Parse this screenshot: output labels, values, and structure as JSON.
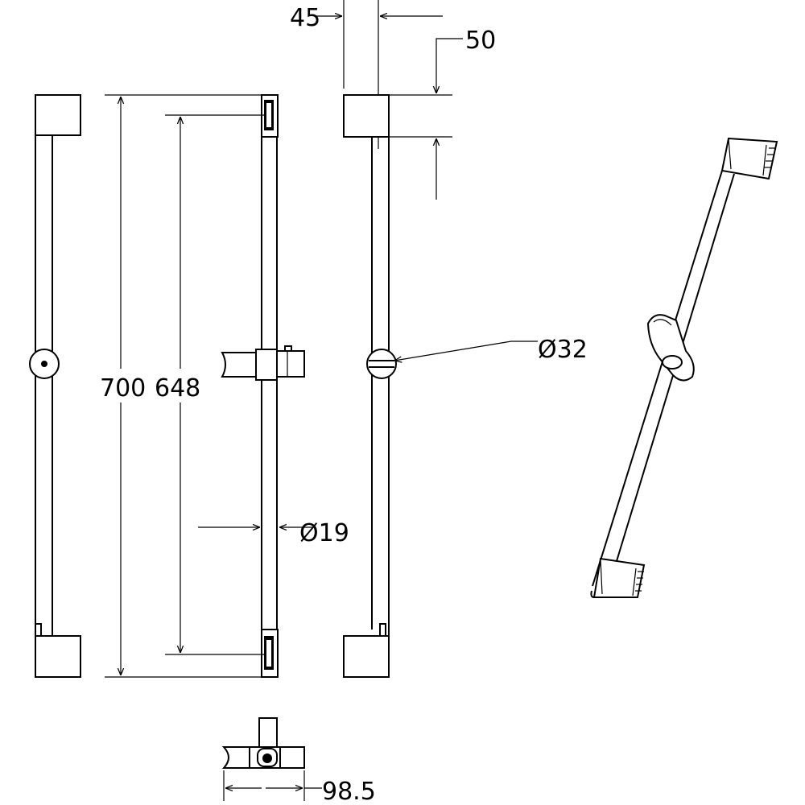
{
  "dimensions": {
    "top_spacing": "45",
    "bracket_height": "50",
    "total_length": "700",
    "mount_length": "648",
    "bar_diameter": "Ø19",
    "slider_diameter": "Ø32",
    "bracket_width": "98.5"
  }
}
